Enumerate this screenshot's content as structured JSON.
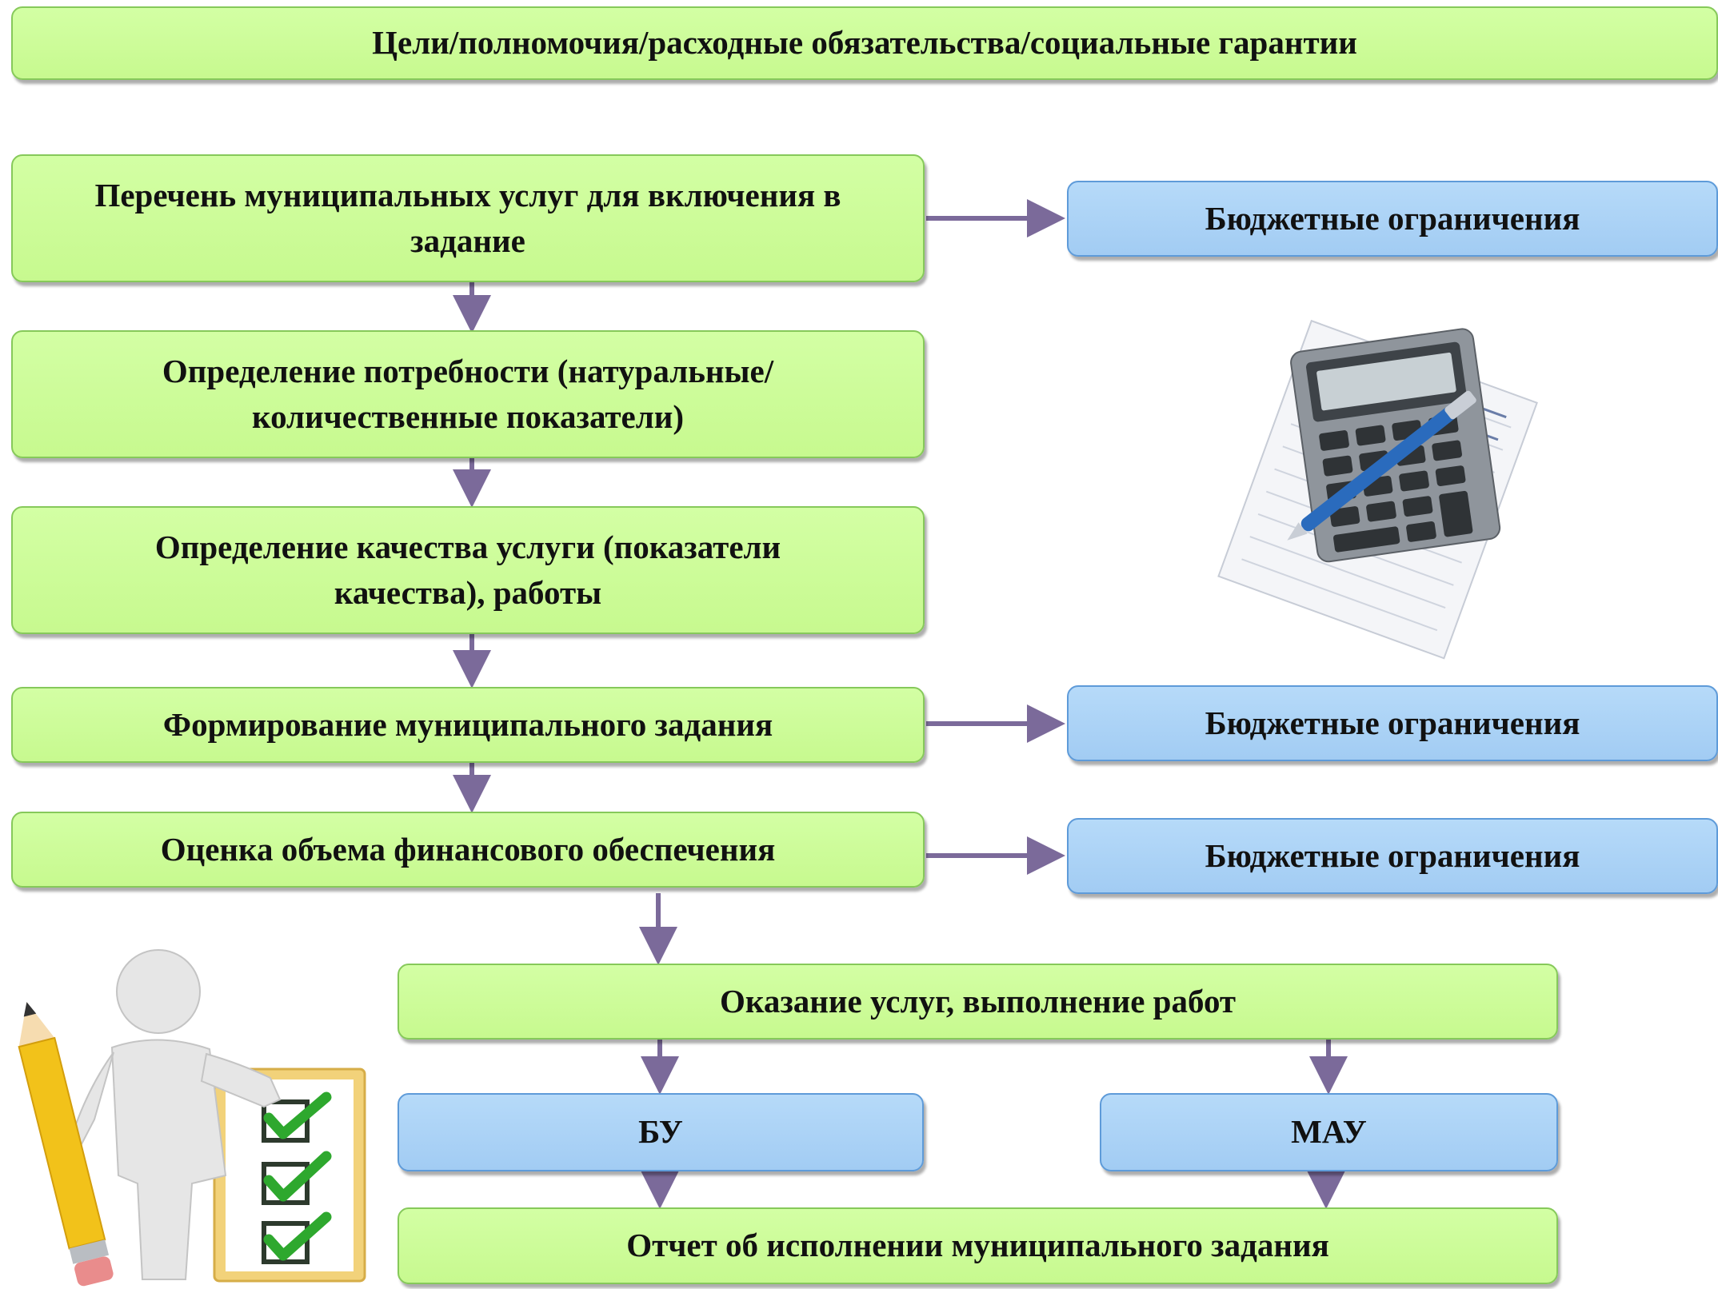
{
  "header": {
    "goals": "Цели/полномочия/расходные обязательства/социальные гарантии"
  },
  "steps": {
    "services_list": "Перечень муниципальных услуг для включения в задание",
    "demand": "Определение потребности (натуральные/количественные показатели)",
    "quality": "Определение качества услуги (показатели качества), работы",
    "task_formation": "Формирование муниципального задания",
    "financing": "Оценка объема финансового обеспечения",
    "delivery": "Оказание услуг, выполнение работ",
    "report": "Отчет об исполнении муниципального задания"
  },
  "constraints": {
    "c1": "Бюджетные ограничения",
    "c2": "Бюджетные ограничения",
    "c3": "Бюджетные ограничения"
  },
  "institutions": {
    "bu": "БУ",
    "mau": "МАУ"
  },
  "colors": {
    "green_box": "#cdfc98",
    "green_border": "#86c95a",
    "blue_box": "#abd2f6",
    "blue_border": "#5e9bd9",
    "arrow": "#7b6a9a",
    "check": "#2ea82e",
    "pencil": "#f2c21a"
  },
  "icons": {
    "calculator": "calculator-icon",
    "person": "person-with-checklist-icon"
  }
}
